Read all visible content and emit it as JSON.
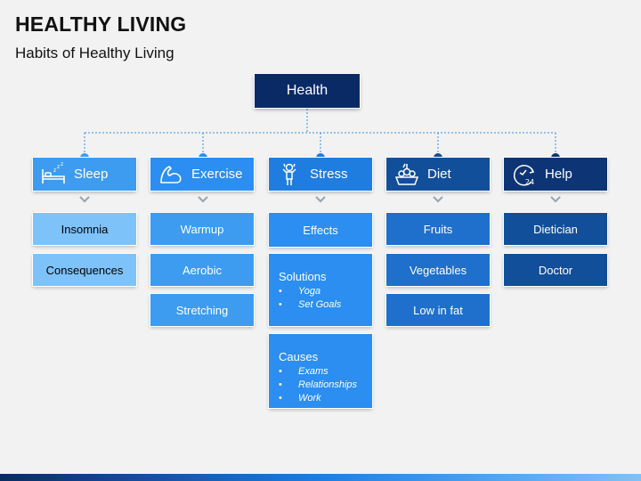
{
  "title": "HEALTHY LIVING",
  "subtitle": "Habits of Healthy Living",
  "root": "Health",
  "icons": {
    "sleep": "bed-icon",
    "exercise": "flexed-arm-icon",
    "stress": "stressed-person-icon",
    "diet": "food-basket-icon",
    "help": "24h-clock-icon"
  },
  "colors": {
    "root": "#0a2a66",
    "connector": "#3a8fd6",
    "sleep_header": "#3d9cf0",
    "sleep_box": "#7ec2fa",
    "exercise_header": "#2b8ef0",
    "exercise_box": "#3d9cf0",
    "stress_header": "#1f7de0",
    "stress_box": "#2b8ef0",
    "diet_header": "#124f9a",
    "diet_box": "#1f6fcd",
    "help_header": "#0d3576",
    "help_box": "#124f9a"
  },
  "columns": [
    {
      "label": "Sleep",
      "items": [
        {
          "text": "Insomnia"
        },
        {
          "text": "Consequences"
        }
      ]
    },
    {
      "label": "Exercise",
      "items": [
        {
          "text": "Warmup"
        },
        {
          "text": "Aerobic"
        },
        {
          "text": "Stretching"
        }
      ]
    },
    {
      "label": "Stress",
      "items": [
        {
          "text": "Effects"
        },
        {
          "text": "Solutions",
          "bullets": [
            "Yoga",
            "Set Goals"
          ]
        },
        {
          "text": "Causes",
          "bullets": [
            "Exams",
            "Relationships",
            "Work"
          ]
        }
      ]
    },
    {
      "label": "Diet",
      "items": [
        {
          "text": "Fruits"
        },
        {
          "text": "Vegetables"
        },
        {
          "text": "Low in fat"
        }
      ]
    },
    {
      "label": "Help",
      "items": [
        {
          "text": "Dietician"
        },
        {
          "text": "Doctor"
        }
      ]
    }
  ]
}
